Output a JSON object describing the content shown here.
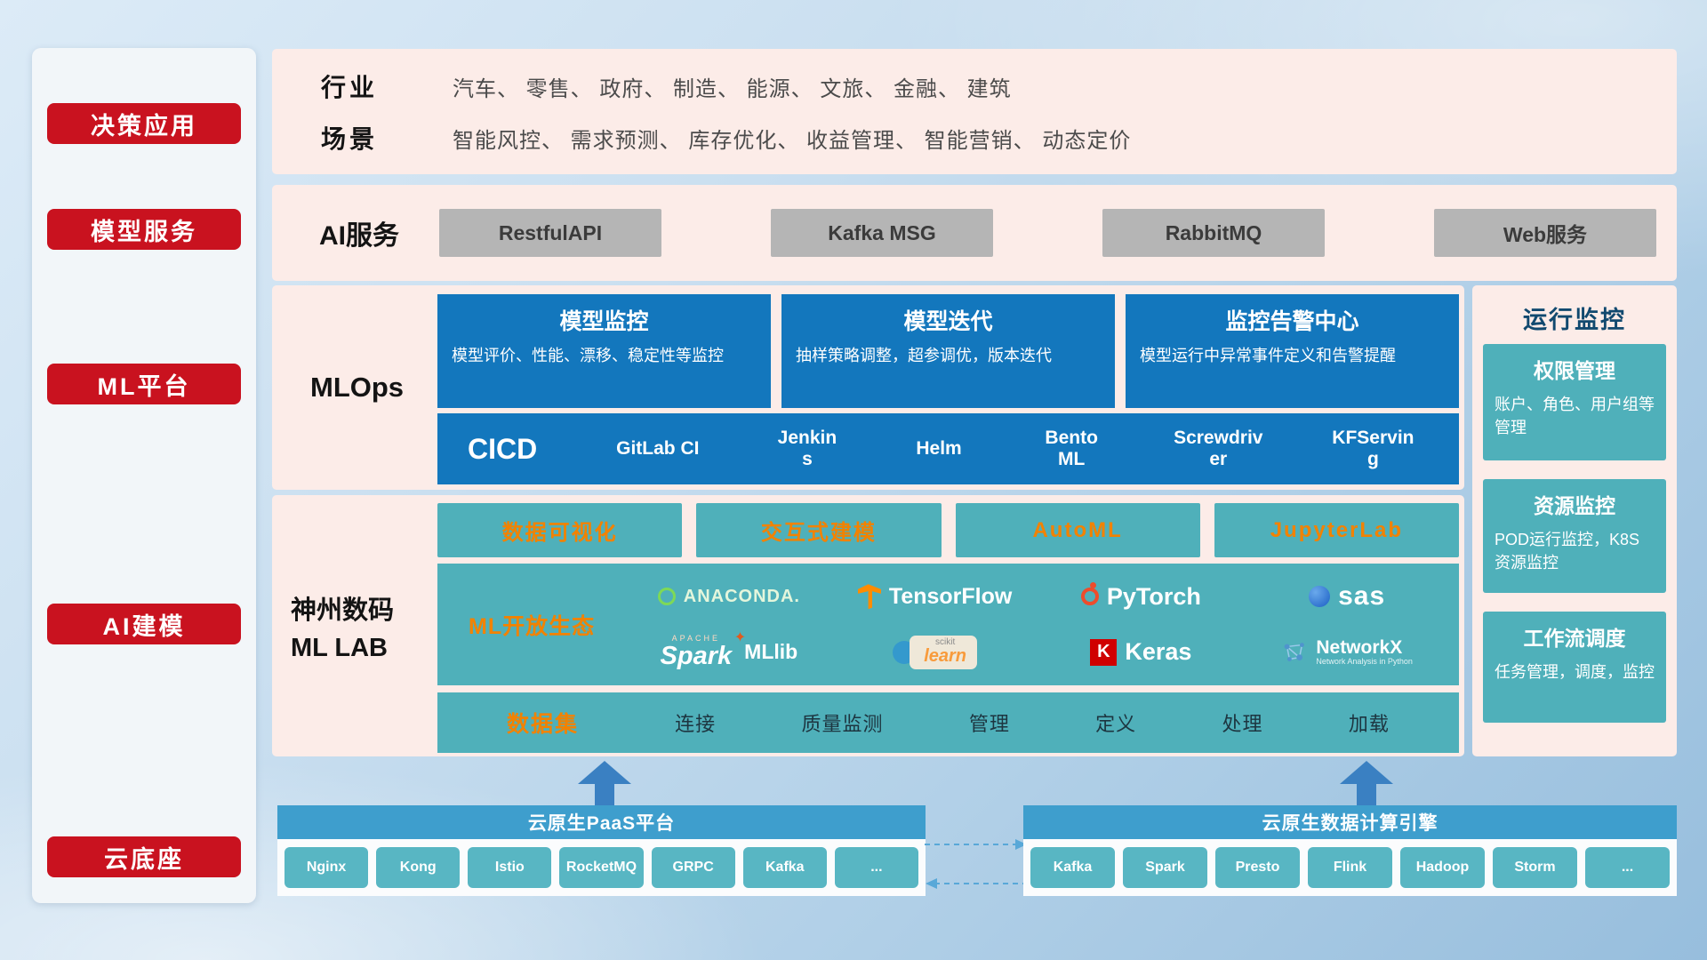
{
  "colors": {
    "accent_red": "#c9121f",
    "panel_pink": "#fcece8",
    "block_blue": "#1377bd",
    "block_teal": "#4fb0ba",
    "accent_orange": "#f28200",
    "bottom_bar_blue": "#3e9ecd",
    "chip_teal": "#58b6c3",
    "gray_button": "#b5b5b5"
  },
  "sidebar": {
    "items": [
      {
        "label": "决策应用"
      },
      {
        "label": "模型服务"
      },
      {
        "label": "ML平台"
      },
      {
        "label": "AI建模"
      },
      {
        "label": "云底座"
      }
    ]
  },
  "industry": {
    "row1_label": "行业",
    "row1_text": "汽车、 零售、 政府、 制造、 能源、 文旅、 金融、 建筑",
    "row2_label": "场景",
    "row2_text": "智能风控、 需求预测、 库存优化、 收益管理、 智能营销、 动态定价"
  },
  "ai_service": {
    "label": "AI服务",
    "buttons": [
      "RestfulAPI",
      "Kafka MSG",
      "RabbitMQ",
      "Web服务"
    ]
  },
  "mlops": {
    "label": "MLOps",
    "cards": [
      {
        "title": "模型监控",
        "desc": "模型评价、性能、漂移、稳定性等监控"
      },
      {
        "title": "模型迭代",
        "desc": "抽样策略调整，超参调优，版本迭代"
      },
      {
        "title": "监控告警中心",
        "desc": "模型运行中异常事件定义和告警提醒"
      }
    ],
    "cicd": {
      "label": "CICD",
      "items": [
        "GitLab CI",
        "Jenkins",
        "Helm",
        "BentoML",
        "Screwdriver",
        "KFServing"
      ]
    }
  },
  "monitoring": {
    "title": "运行监控",
    "cards": [
      {
        "title": "权限管理",
        "desc": "账户、角色、用户组等管理"
      },
      {
        "title": "资源监控",
        "desc": "POD运行监控，K8S资源监控"
      },
      {
        "title": "工作流调度",
        "desc": "任务管理，调度，监控"
      }
    ]
  },
  "mllab": {
    "label_line1": "神州数码",
    "label_line2": "ML LAB",
    "tools": [
      "数据可视化",
      "交互式建模",
      "AutoML",
      "JupyterLab"
    ],
    "ecosystem_label": "ML开放生态",
    "logos": [
      {
        "text": "ANACONDA."
      },
      {
        "text": "TensorFlow"
      },
      {
        "text": "PyTorch"
      },
      {
        "text": "sas"
      },
      {
        "apache": "APACHE",
        "text": "Spark",
        "suffix": "MLlib"
      },
      {
        "sub": "scikit",
        "text": "learn"
      },
      {
        "k": "K",
        "text": "Keras"
      },
      {
        "text": "NetworkX",
        "sub": "Network Analysis in Python"
      }
    ],
    "dataset": {
      "label": "数据集",
      "items": [
        "连接",
        "质量监测",
        "管理",
        "定义",
        "处理",
        "加载"
      ]
    }
  },
  "cloud": {
    "paas": {
      "title": "云原生PaaS平台",
      "items": [
        "Nginx",
        "Kong",
        "Istio",
        "RocketMQ",
        "GRPC",
        "Kafka",
        "..."
      ]
    },
    "engine": {
      "title": "云原生数据计算引擎",
      "items": [
        "Kafka",
        "Spark",
        "Presto",
        "Flink",
        "Hadoop",
        "Storm",
        "..."
      ]
    }
  }
}
